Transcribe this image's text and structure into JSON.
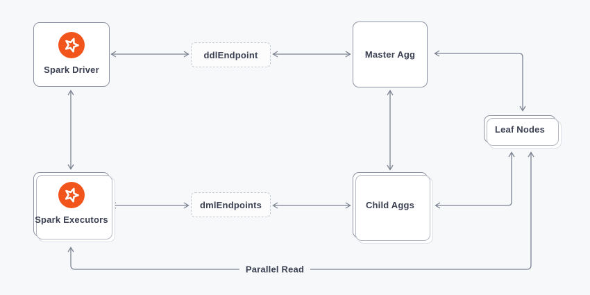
{
  "diagram": {
    "colors": {
      "background": "#f7f8f9",
      "node_fill": "#ffffff",
      "node_border": "#8d93a2",
      "wire": "#7b8291",
      "text": "#3b4052",
      "spark_orange": "#f1551c"
    },
    "nodes": {
      "spark_driver": {
        "label": "Spark Driver",
        "icon": "spark-logo-icon",
        "style": "solid",
        "stacked": false
      },
      "ddl_endpoint": {
        "label": "ddlEndpoint",
        "style": "dashed",
        "stacked": false
      },
      "master_agg": {
        "label": "Master Agg",
        "style": "solid",
        "stacked": false
      },
      "leaf_nodes": {
        "label": "Leaf Nodes",
        "style": "solid",
        "stacked": true
      },
      "spark_executors": {
        "label": "Spark Executors",
        "icon": "spark-logo-icon",
        "style": "solid",
        "stacked": true
      },
      "dml_endpoints": {
        "label": "dmlEndpoints",
        "style": "dashed",
        "stacked": false
      },
      "child_aggs": {
        "label": "Child Aggs",
        "style": "solid",
        "stacked": true
      }
    },
    "edges": [
      {
        "from": "spark_driver",
        "to": "ddl_endpoint",
        "bidirectional": true,
        "label": ""
      },
      {
        "from": "ddl_endpoint",
        "to": "master_agg",
        "bidirectional": true,
        "label": ""
      },
      {
        "from": "spark_driver",
        "to": "spark_executors",
        "bidirectional": true,
        "label": ""
      },
      {
        "from": "master_agg",
        "to": "child_aggs",
        "bidirectional": true,
        "label": ""
      },
      {
        "from": "spark_executors",
        "to": "dml_endpoints",
        "bidirectional": true,
        "label": ""
      },
      {
        "from": "dml_endpoints",
        "to": "child_aggs",
        "bidirectional": true,
        "label": ""
      },
      {
        "from": "master_agg",
        "to": "leaf_nodes",
        "bidirectional": true,
        "label": ""
      },
      {
        "from": "child_aggs",
        "to": "leaf_nodes",
        "bidirectional": true,
        "label": ""
      },
      {
        "from": "spark_executors",
        "to": "leaf_nodes",
        "bidirectional": true,
        "label": "Parallel Read"
      }
    ]
  }
}
